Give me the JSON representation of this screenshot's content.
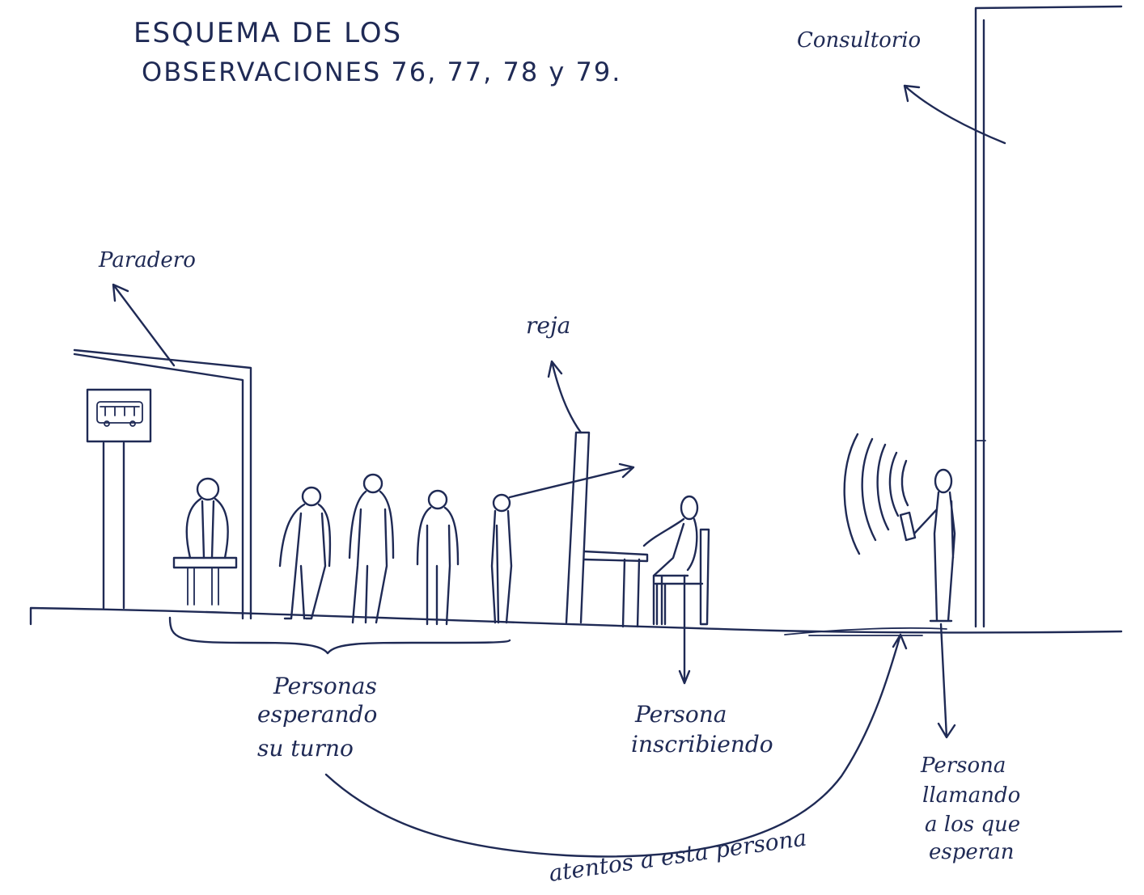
{
  "title": {
    "line1": "ESQUEMA DE LOS",
    "line2": "OBSERVACIONES 76, 77, 78 y 79."
  },
  "labels": {
    "consultorio": "Consultorio",
    "paradero": "Paradero",
    "reja": "reja",
    "personas_esperando": [
      "Personas",
      "esperando",
      "su turno"
    ],
    "persona_inscribiendo": [
      "Persona",
      "inscribiendo"
    ],
    "persona_llamando": [
      "Persona",
      "llamando",
      "a los que",
      "esperan"
    ],
    "atentos": "atentos a esta persona"
  },
  "icons": {
    "bus_sign": "bus-icon",
    "sound_waves": "sound-waves-icon"
  },
  "colors": {
    "ink": "#1f2a55",
    "paper": "#ffffff"
  }
}
